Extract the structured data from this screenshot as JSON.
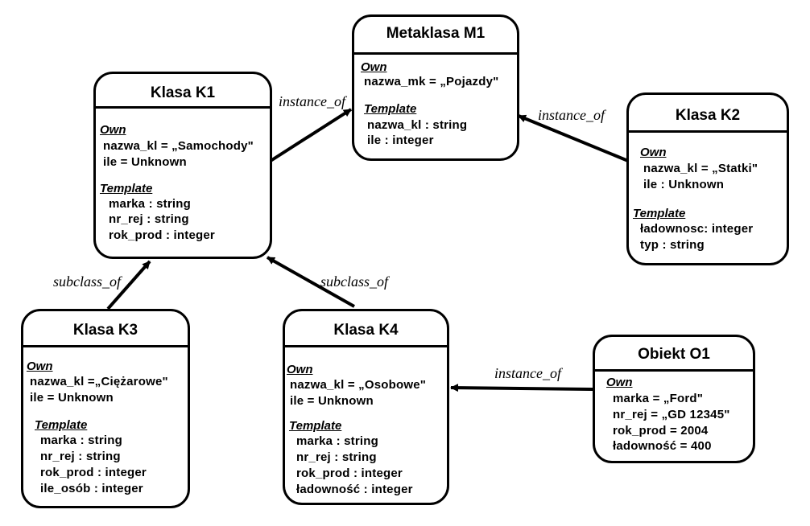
{
  "nodes": {
    "metaklasa_m1": {
      "title": "Metaklasa M1",
      "own_label": "Own",
      "own": [
        "nazwa_mk = „Pojazdy\""
      ],
      "template_label": "Template",
      "template": [
        "nazwa_kl : string",
        "ile : integer"
      ]
    },
    "klasa_k1": {
      "title": "Klasa K1",
      "own_label": "Own",
      "own": [
        "nazwa_kl = „Samochody\"",
        "ile = Unknown"
      ],
      "template_label": "Template",
      "template": [
        "marka : string",
        "nr_rej : string",
        "rok_prod : integer"
      ]
    },
    "klasa_k2": {
      "title": "Klasa K2",
      "own_label": "Own",
      "own": [
        "nazwa_kl = „Statki\"",
        "ile : Unknown"
      ],
      "template_label": "Template",
      "template": [
        "ładownosc: integer",
        "typ : string"
      ]
    },
    "klasa_k3": {
      "title": "Klasa K3",
      "own_label": "Own",
      "own": [
        "nazwa_kl =„Ciężarowe\"",
        "ile = Unknown"
      ],
      "template_label": "Template",
      "template": [
        "marka : string",
        "nr_rej : string",
        "rok_prod : integer",
        "ile_osób : integer"
      ]
    },
    "klasa_k4": {
      "title": "Klasa K4",
      "own_label": "Own",
      "own": [
        "nazwa_kl = „Osobowe\"",
        "ile = Unknown"
      ],
      "template_label": "Template",
      "template": [
        "marka : string",
        "nr_rej : string",
        "rok_prod : integer",
        "ładowność : integer"
      ]
    },
    "obiekt_o1": {
      "title": "Obiekt O1",
      "own_label": "Own",
      "own": [
        "marka = „Ford\"",
        "nr_rej = „GD 12345\"",
        "rok_prod = 2004",
        "ładowność = 400"
      ]
    }
  },
  "edges": {
    "k1_to_m1": "instance_of",
    "k2_to_m1": "instance_of",
    "k3_to_k1": "subclass_of",
    "k4_to_k1": "subclass_of",
    "o1_to_k4": "instance_of"
  }
}
